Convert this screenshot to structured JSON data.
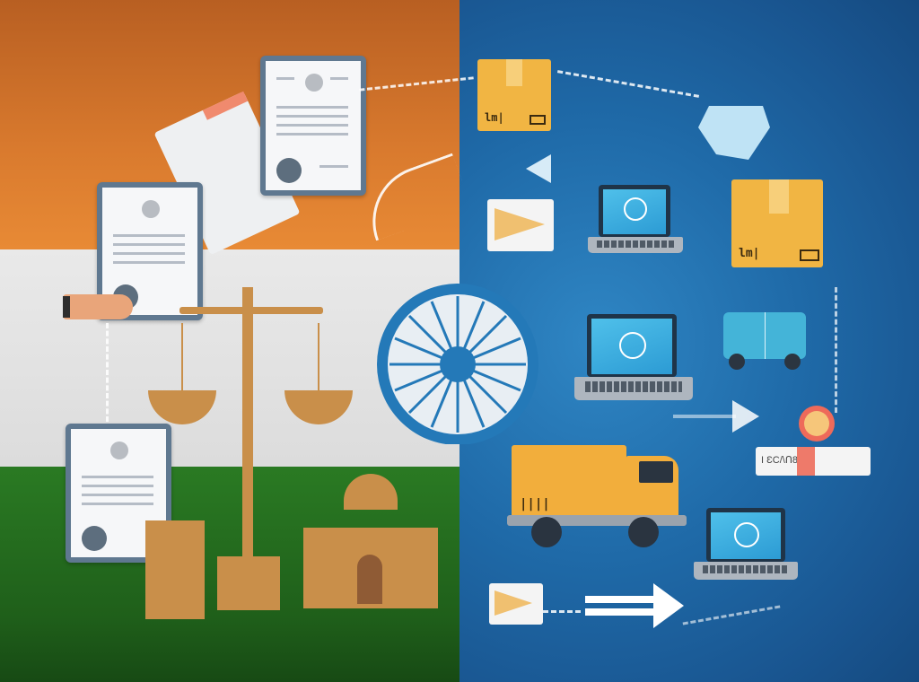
{
  "illustration": {
    "theme": "India legal documentation and digital logistics",
    "left_panel": {
      "background": "Indian tricolour flag",
      "colors": {
        "saffron": "#d97a2e",
        "white": "#e5e5e5",
        "green": "#22691c"
      },
      "elements": [
        "document-card-top",
        "document-card-mid",
        "document-card-bottom",
        "hand-holding-document",
        "scales-of-justice",
        "temple-monument",
        "gateway-monument"
      ]
    },
    "center": {
      "element": "ashoka-chakra",
      "spokes": 24,
      "color": "#2479b8"
    },
    "right_panel": {
      "background_color": "#1f6aa8",
      "elements": [
        "parcel-box-top",
        "parcel-box-right",
        "globe",
        "laptop-top",
        "laptop-middle",
        "laptop-bottom",
        "delivery-truck",
        "cart",
        "location-pin-card",
        "arrow-left",
        "arrow-right",
        "paper-plane-card-top",
        "paper-plane-card-bottom"
      ]
    },
    "visible_text": {
      "pin_card_label": "I ƐC/\\ᑎ8"
    }
  }
}
